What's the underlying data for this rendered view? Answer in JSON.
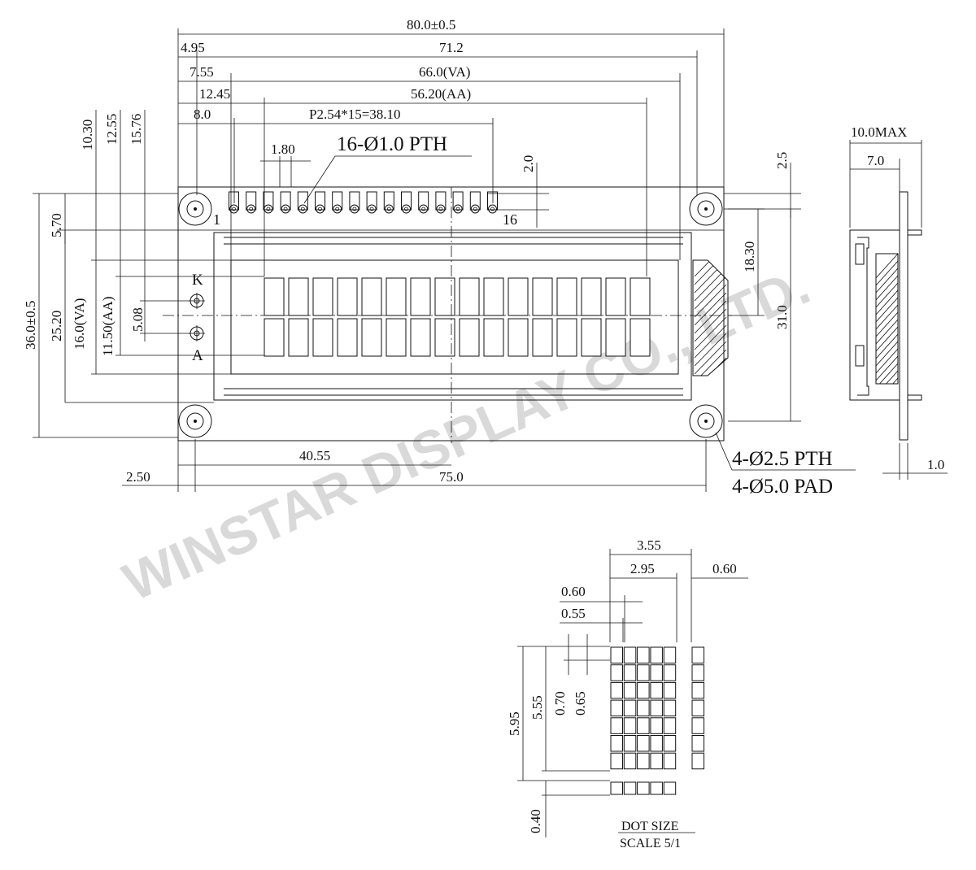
{
  "watermark": "WINSTAR DISPLAY CO., LTD.",
  "dimensions": {
    "overall_width": "80.0±0.5",
    "d_71_2": "71.2",
    "d_4_95": "4.95",
    "va_width": "66.0(VA)",
    "d_7_55": "7.55",
    "aa_width": "56.20(AA)",
    "d_12_45": "12.45",
    "pin_span": "P2.54*15=38.10",
    "d_8_0": "8.0",
    "d_1_80": "1.80",
    "pth_pins": "16-Ø1.0 PTH",
    "d_2_0": "2.0",
    "d_2_5": "2.5",
    "d_10_30": "10.30",
    "d_12_55": "12.55",
    "d_15_76": "15.76",
    "d_5_70": "5.70",
    "overall_height": "36.0±0.5",
    "d_25_20": "25.20",
    "va_height": "16.0(VA)",
    "aa_height": "11.50(AA)",
    "d_5_08": "5.08",
    "d_18_30": "18.30",
    "d_31_0": "31.0",
    "d_40_55": "40.55",
    "d_2_50": "2.50",
    "d_75_0": "75.0",
    "mount_holes": "4-Ø2.5 PTH",
    "mount_pads": "4-Ø5.0 PAD",
    "d_10_0_max": "10.0MAX",
    "d_7_0": "7.0",
    "d_1_0": "1.0"
  },
  "pin_labels": {
    "first": "1",
    "last": "16",
    "k": "K",
    "a": "A"
  },
  "dot_detail": {
    "d_3_55": "3.55",
    "d_2_95": "2.95",
    "d_0_60_right": "0.60",
    "d_0_60": "0.60",
    "d_0_55": "0.55",
    "d_5_95": "5.95",
    "d_5_55": "5.55",
    "d_0_70": "0.70",
    "d_0_65": "0.65",
    "d_0_40": "0.40",
    "title": "DOT SIZE",
    "scale": "SCALE 5/1"
  }
}
